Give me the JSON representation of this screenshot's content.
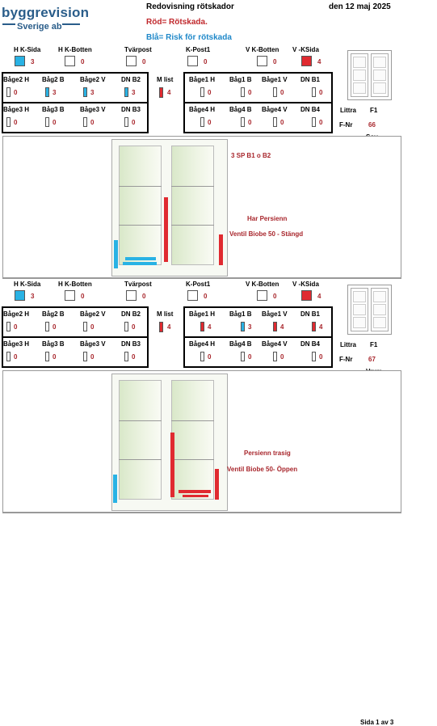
{
  "logo": {
    "top": "byggrevision",
    "bottom": "Sverige ab"
  },
  "header": {
    "title": "Redovisning rötskador",
    "date": "den 12 maj 2025",
    "legend_red": "Röd= Rötskada.",
    "legend_blue": "Blå= Risk för rötskada"
  },
  "colors": {
    "red": "#e02a30",
    "blue": "#29b2e4",
    "value_text": "#a8262c"
  },
  "sections": [
    {
      "top_row": [
        {
          "label": "H K-Sida",
          "value": "3",
          "state": "blue"
        },
        {
          "label": "H K-Botten",
          "value": "0",
          "state": "none"
        },
        {
          "label": "Tvärpost",
          "value": "0",
          "state": "none"
        },
        {
          "label": "K-Post1",
          "value": "0",
          "state": "none"
        },
        {
          "label": "V K-Botten",
          "value": "0",
          "state": "none"
        },
        {
          "label": "V -KSida",
          "value": "4",
          "state": "red"
        }
      ],
      "left_row1": [
        {
          "label": "Båge2 H",
          "value": "0",
          "state": "none"
        },
        {
          "label": "Båg2 B",
          "value": "3",
          "state": "blue"
        },
        {
          "label": "Båge2 V",
          "value": "3",
          "state": "blue"
        },
        {
          "label": "DN B2",
          "value": "3",
          "state": "blue"
        }
      ],
      "left_row2": [
        {
          "label": "Båge3 H",
          "value": "0",
          "state": "none"
        },
        {
          "label": "Båg3 B",
          "value": "0",
          "state": "none"
        },
        {
          "label": "Båge3 V",
          "value": "0",
          "state": "none"
        },
        {
          "label": "DN B3",
          "value": "0",
          "state": "none"
        }
      ],
      "mlist": {
        "label": "M list",
        "value": "4",
        "state": "red"
      },
      "right_row1": [
        {
          "label": "Båge1 H",
          "value": "0",
          "state": "none"
        },
        {
          "label": "Båg1 B",
          "value": "0",
          "state": "none"
        },
        {
          "label": "Båge1 V",
          "value": "0",
          "state": "none"
        },
        {
          "label": "DN B1",
          "value": "0",
          "state": "none"
        }
      ],
      "right_row2": [
        {
          "label": "Båge4 H",
          "value": "0",
          "state": "none"
        },
        {
          "label": "Båg4 B",
          "value": "0",
          "state": "none"
        },
        {
          "label": "Båge4 V",
          "value": "0",
          "state": "none"
        },
        {
          "label": "DN B4",
          "value": "0",
          "state": "none"
        }
      ],
      "info": {
        "litra_label": "Littra",
        "litra": "F1",
        "fnr_label": "F-Nr",
        "fnr": "66",
        "room": "Sov"
      },
      "notes": [
        "3 SP B1 o B2",
        "Har Persienn",
        "Ventil Biobe 50 - Stängd"
      ]
    },
    {
      "top_row": [
        {
          "label": "H K-Sida",
          "value": "3",
          "state": "blue"
        },
        {
          "label": "H K-Botten",
          "value": "0",
          "state": "none"
        },
        {
          "label": "Tvärpost",
          "value": "0",
          "state": "none"
        },
        {
          "label": "K-Post1",
          "value": "0",
          "state": "none"
        },
        {
          "label": "V K-Botten",
          "value": "0",
          "state": "none"
        },
        {
          "label": "V -KSida",
          "value": "4",
          "state": "red"
        }
      ],
      "left_row1": [
        {
          "label": "Båge2 H",
          "value": "0",
          "state": "none"
        },
        {
          "label": "Båg2 B",
          "value": "0",
          "state": "none"
        },
        {
          "label": "Båge2 V",
          "value": "0",
          "state": "none"
        },
        {
          "label": "DN B2",
          "value": "0",
          "state": "none"
        }
      ],
      "left_row2": [
        {
          "label": "Båge3 H",
          "value": "0",
          "state": "none"
        },
        {
          "label": "Båg3 B",
          "value": "0",
          "state": "none"
        },
        {
          "label": "Båge3 V",
          "value": "0",
          "state": "none"
        },
        {
          "label": "DN B3",
          "value": "0",
          "state": "none"
        }
      ],
      "mlist": {
        "label": "M list",
        "value": "4",
        "state": "red"
      },
      "right_row1": [
        {
          "label": "Båge1 H",
          "value": "4",
          "state": "red"
        },
        {
          "label": "Båg1 B",
          "value": "3",
          "state": "blue"
        },
        {
          "label": "Båge1 V",
          "value": "4",
          "state": "red"
        },
        {
          "label": "DN B1",
          "value": "4",
          "state": "red"
        }
      ],
      "right_row2": [
        {
          "label": "Båge4 H",
          "value": "0",
          "state": "none"
        },
        {
          "label": "Båg4 B",
          "value": "0",
          "state": "none"
        },
        {
          "label": "Båge4 V",
          "value": "0",
          "state": "none"
        },
        {
          "label": "DN B4",
          "value": "0",
          "state": "none"
        }
      ],
      "info": {
        "litra_label": "Littra",
        "litra": "F1",
        "fnr_label": "F-Nr",
        "fnr": "67",
        "room": "Vrum"
      },
      "notes": [
        "Persienn trasig",
        "Ventil Biobe 50- Öppen"
      ]
    }
  ],
  "footer": {
    "page": "Sida 1 av 3"
  }
}
